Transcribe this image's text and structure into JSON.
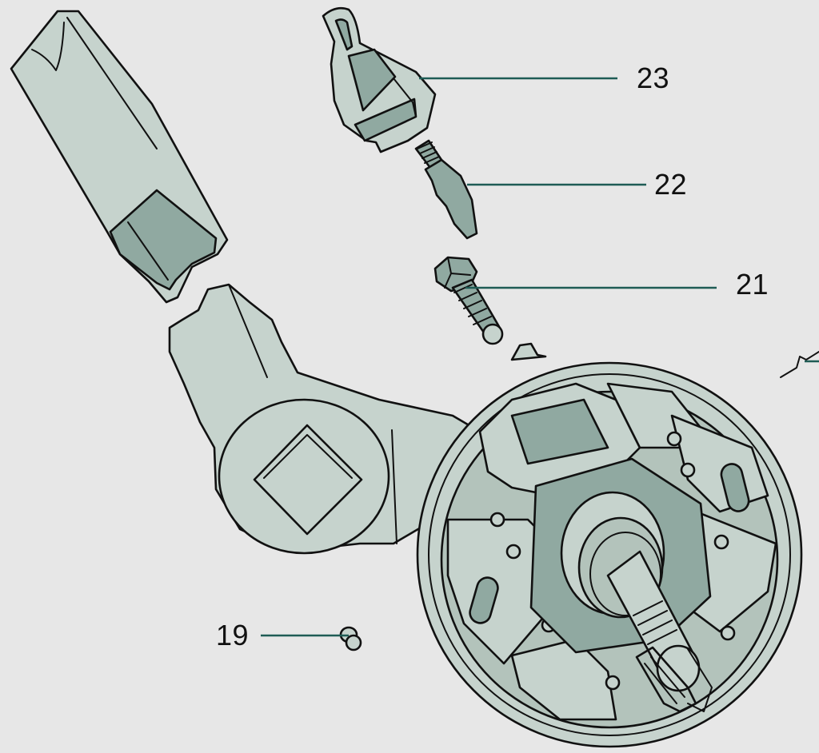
{
  "colors": {
    "background": "#e7e7e7",
    "part_light": "#c6d3cd",
    "part_mid": "#b3c3bb",
    "part_dark": "#90a9a1",
    "outline": "#111111",
    "leader": "#1f5c55"
  },
  "callouts": [
    {
      "id": "23",
      "label": "23"
    },
    {
      "id": "22",
      "label": "22"
    },
    {
      "id": "21",
      "label": "21"
    },
    {
      "id": "19",
      "label": "19"
    }
  ]
}
